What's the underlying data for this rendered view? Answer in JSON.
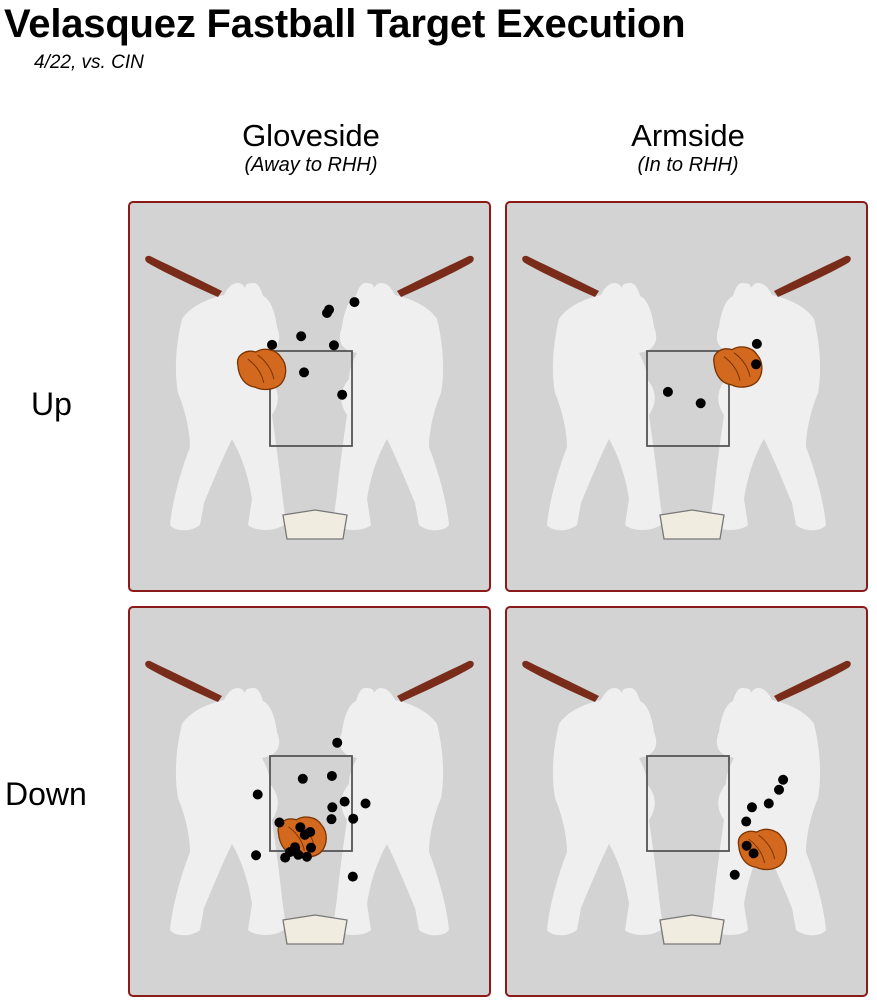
{
  "title": "Velasquez Fastball Target Execution",
  "subtitle": "4/22, vs. CIN",
  "columns": [
    {
      "label": "Gloveside",
      "sublabel": "(Away to RHH)"
    },
    {
      "label": "Armside",
      "sublabel": "(In to RHH)"
    }
  ],
  "rows": [
    {
      "label": "Up"
    },
    {
      "label": "Down"
    }
  ],
  "colors": {
    "panel_background": "#d3d3d3",
    "panel_border": "#8b1a1a",
    "silhouette": "#efefef",
    "bat": "#7a2c1a",
    "glove": "#d2691e",
    "pitch": "#000000",
    "zone": "#555555",
    "home_plate": "#f0ede0"
  },
  "icons": [
    "batter-silhouette-icon",
    "bat-icon",
    "catcher-glove-icon",
    "home-plate-icon"
  ],
  "chart_data": {
    "type": "scatter",
    "title": "Velasquez Fastball Target Execution",
    "subtitle": "4/22, vs. CIN",
    "xlabel": "",
    "ylabel": "",
    "coordinate_note": "x: -1 = left edge of strike zone, +1 = right edge (catcher view); y: -1 = bottom of zone, +1 = top of zone",
    "panels": [
      {
        "row": "Up",
        "column": "Gloveside",
        "target": {
          "x": -1.2,
          "y": 0.62
        },
        "pitches": [
          {
            "x": 0.39,
            "y": 1.8
          },
          {
            "x": -0.24,
            "y": 1.31
          },
          {
            "x": 0.44,
            "y": 1.87
          },
          {
            "x": 1.06,
            "y": 2.03
          },
          {
            "x": -0.95,
            "y": 1.13
          },
          {
            "x": 0.56,
            "y": 1.12
          },
          {
            "x": -0.17,
            "y": 0.55
          },
          {
            "x": 0.76,
            "y": 0.08
          }
        ]
      },
      {
        "row": "Up",
        "column": "Armside",
        "target": {
          "x": 1.22,
          "y": 0.67
        },
        "pitches": [
          {
            "x": 1.68,
            "y": 1.15
          },
          {
            "x": 1.66,
            "y": 0.72
          },
          {
            "x": -0.49,
            "y": 0.14
          },
          {
            "x": 0.31,
            "y": -0.1
          }
        ]
      },
      {
        "row": "Down",
        "column": "Gloveside",
        "target": {
          "x": -0.21,
          "y": -0.7
        },
        "pitches": [
          {
            "x": -1.3,
            "y": 0.19
          },
          {
            "x": -0.2,
            "y": 0.52
          },
          {
            "x": 0.51,
            "y": 0.58
          },
          {
            "x": 1.33,
            "y": 0.0
          },
          {
            "x": 0.52,
            "y": -0.08
          },
          {
            "x": 0.5,
            "y": -0.33
          },
          {
            "x": 1.03,
            "y": -0.32
          },
          {
            "x": 0.64,
            "y": 1.28
          },
          {
            "x": 0.82,
            "y": 0.04
          },
          {
            "x": -0.77,
            "y": -0.4
          },
          {
            "x": -0.26,
            "y": -0.5
          },
          {
            "x": -0.02,
            "y": -0.6
          },
          {
            "x": -0.15,
            "y": -0.66
          },
          {
            "x": -0.39,
            "y": -0.92
          },
          {
            "x": -0.39,
            "y": -0.96
          },
          {
            "x": -0.31,
            "y": -1.08
          },
          {
            "x": -0.1,
            "y": -1.12
          },
          {
            "x": 0.0,
            "y": -0.93
          },
          {
            "x": -0.63,
            "y": -1.14
          },
          {
            "x": -0.51,
            "y": -1.02
          },
          {
            "x": -1.34,
            "y": -1.09
          },
          {
            "x": 1.02,
            "y": -1.54
          }
        ]
      },
      {
        "row": "Down",
        "column": "Armside",
        "target": {
          "x": 1.82,
          "y": -0.96
        },
        "pitches": [
          {
            "x": 2.32,
            "y": 0.5
          },
          {
            "x": 2.22,
            "y": 0.29
          },
          {
            "x": 1.97,
            "y": 0.0
          },
          {
            "x": 1.56,
            "y": -0.08
          },
          {
            "x": 1.42,
            "y": -0.38
          },
          {
            "x": 1.43,
            "y": -0.89
          },
          {
            "x": 1.6,
            "y": -1.05
          },
          {
            "x": 1.14,
            "y": -1.5
          }
        ]
      }
    ]
  }
}
